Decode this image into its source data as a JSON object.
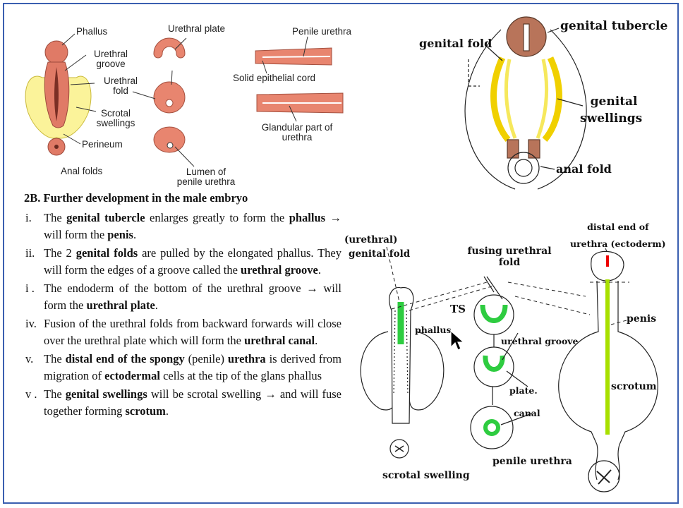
{
  "left_diagram": {
    "phallus": "Phallus",
    "urethral_groove": [
      "Urethral",
      "groove"
    ],
    "urethral_fold": [
      "Urethral",
      "fold"
    ],
    "scrotal_swellings": [
      "Scrotal",
      "swellings"
    ],
    "perineum": "Perineum",
    "anal_folds": "Anal folds",
    "urethral_plate": "Urethral plate",
    "lumen": [
      "Lumen of",
      "penile urethra"
    ],
    "penile_urethra": "Penile urethra",
    "solid_cord": "Solid epithelial cord",
    "glandular": [
      "Glandular part of",
      "urethra"
    ]
  },
  "top_right_diagram": {
    "genital_tubercle": "genital tubercle",
    "genital_fold": "genital fold",
    "genital_swellings": [
      "genital",
      "swellings"
    ],
    "anal_fold": "anal fold"
  },
  "bottom_right_diagram": {
    "urethral_genital_fold": [
      "(urethral)",
      "genital fold"
    ],
    "fusing_urethral_fold": [
      "fusing urethral",
      "fold"
    ],
    "distal_end": [
      "distal end of",
      "urethra (ectoderm)"
    ],
    "ts": "TS",
    "phallus": "phallus",
    "urethral_groove": "urethral groove",
    "penis": "penis",
    "plate": "plate.",
    "canal": "canal",
    "scrotum": "scrotum",
    "penile_urethra": "penile urethra",
    "scrotal_swelling": "scrotal swelling"
  },
  "notes": {
    "title": "2B. Further development in the male embryo",
    "items": [
      {
        "num": "i.",
        "parts": [
          [
            "The ",
            ""
          ],
          [
            "genital tubercle",
            "b"
          ],
          [
            " enlarges greatly to form the ",
            ""
          ],
          [
            "phallus",
            "b"
          ],
          [
            " → will form the ",
            ""
          ],
          [
            "penis",
            "b"
          ],
          [
            ".",
            ""
          ]
        ]
      },
      {
        "num": "ii.",
        "parts": [
          [
            "The 2 ",
            ""
          ],
          [
            "genital folds",
            "b"
          ],
          [
            " are pulled by the elongated phallus.  They will form the edges of a groove called the ",
            ""
          ],
          [
            "urethral groove",
            "b"
          ],
          [
            ".",
            ""
          ]
        ]
      },
      {
        "num": "i .",
        "parts": [
          [
            "The  endoderm of the bottom of the urethral groove → will form the ",
            ""
          ],
          [
            "urethral plate",
            "b"
          ],
          [
            ".",
            ""
          ]
        ]
      },
      {
        "num": "iv.",
        "parts": [
          [
            "Fusion of the urethral folds from backward forwards will  close over the urethral plate which will form the ",
            ""
          ],
          [
            "urethral canal",
            "b"
          ],
          [
            ".",
            ""
          ]
        ]
      },
      {
        "num": "v.",
        "parts": [
          [
            "The ",
            ""
          ],
          [
            "distal end of the spongy",
            "b"
          ],
          [
            " (penile) ",
            ""
          ],
          [
            "urethra",
            "b"
          ],
          [
            " is derived from migration of ",
            ""
          ],
          [
            "ectodermal",
            "b"
          ],
          [
            " cells at the tip of the glans phallus",
            ""
          ]
        ]
      },
      {
        "num": "v .",
        "parts": [
          [
            "The ",
            ""
          ],
          [
            "genital swellings",
            "b"
          ],
          [
            " will be  scrotal swelling → and will fuse together forming ",
            ""
          ],
          [
            "scrotum",
            "b"
          ],
          [
            ".",
            ""
          ]
        ]
      }
    ]
  },
  "colors": {
    "flesh": "#d9765f",
    "yellow": "#f4e400",
    "green": "#2ecc40",
    "border": "#3a5fb0"
  }
}
